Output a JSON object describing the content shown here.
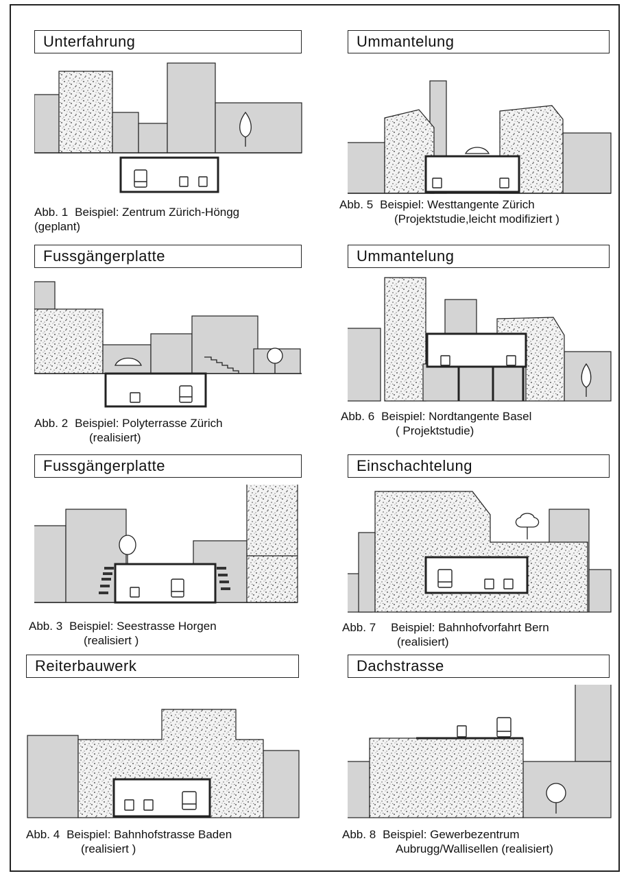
{
  "panels": [
    {
      "title": "Unterfahrung",
      "fig": "Abb. 1",
      "example": "Beispiel:  Zentrum Zürich-Höngg",
      "status": "(geplant)"
    },
    {
      "title": "Fussgängerplatte",
      "fig": "Abb. 2",
      "example": "Beispiel:  Polyterrasse Zürich",
      "status": "(realisiert)"
    },
    {
      "title": "Fussgängerplatte",
      "fig": "Abb. 3",
      "example": "Beispiel:  Seestrasse Horgen",
      "status": "(realisiert )"
    },
    {
      "title": "Reiterbauwerk",
      "fig": "Abb. 4",
      "example": "Beispiel:  Bahnhofstrasse Baden",
      "status": "(realisiert )"
    },
    {
      "title": "Ummantelung",
      "fig": "Abb. 5",
      "example": "Beispiel:  Westtangente Zürich",
      "status": "(Projektstudie,leicht modifiziert )"
    },
    {
      "title": "Ummantelung",
      "fig": "Abb. 6",
      "example": "Beispiel:  Nordtangente Basel",
      "status": "( Projektstudie)"
    },
    {
      "title": "Einschachtelung",
      "fig": "Abb. 7",
      "example": "Beispiel:  Bahnhofvorfahrt Bern",
      "status": "(realisiert)"
    },
    {
      "title": "Dachstrasse",
      "fig": "Abb. 8",
      "example": "Beispiel:  Gewerbezentrum",
      "status": "Aubrugg/Wallisellen (realisiert)"
    }
  ],
  "colors": {
    "building": "#d4d4d4",
    "speckle": "#f2f2f2",
    "outline": "#222222"
  }
}
